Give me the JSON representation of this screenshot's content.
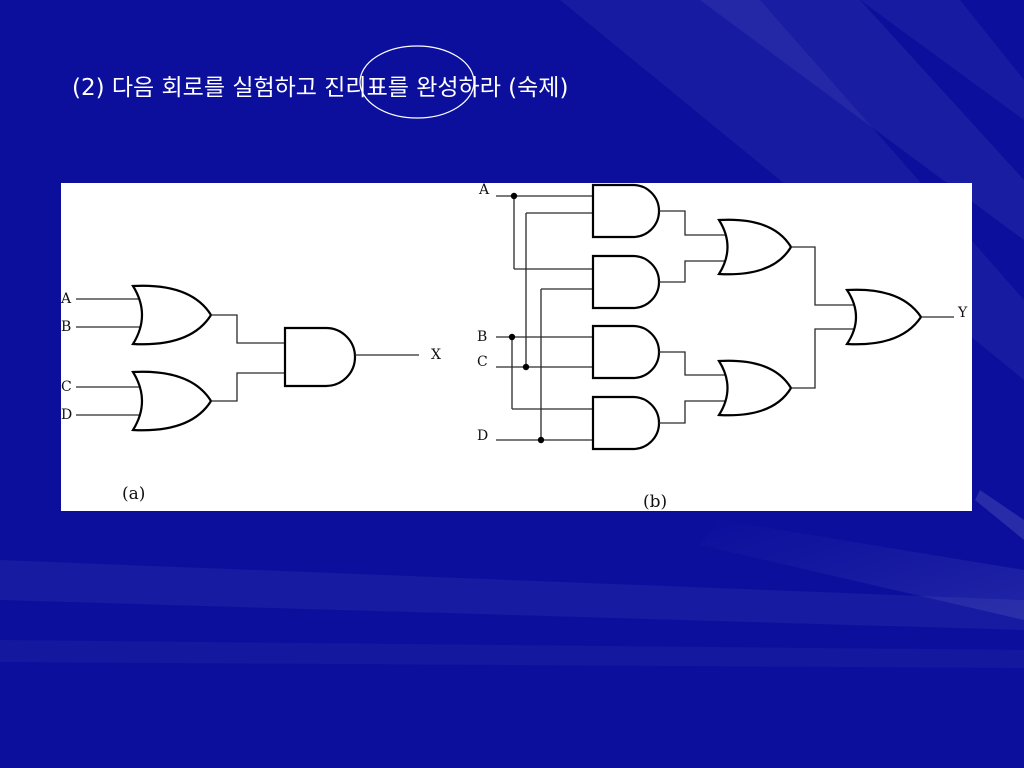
{
  "slide": {
    "title": "(2) 다음 회로를 실험하고 진리표를 완성하라 (숙제)",
    "background_color": "#0b0f9c",
    "highlight_ellipse_color": "#ffffff"
  },
  "circuit_a": {
    "caption": "(a)",
    "inputs": [
      "A",
      "B",
      "C",
      "D"
    ],
    "output": "X"
  },
  "circuit_b": {
    "caption": "(b)",
    "inputs": [
      "A",
      "B",
      "C",
      "D"
    ],
    "output": "Y"
  }
}
